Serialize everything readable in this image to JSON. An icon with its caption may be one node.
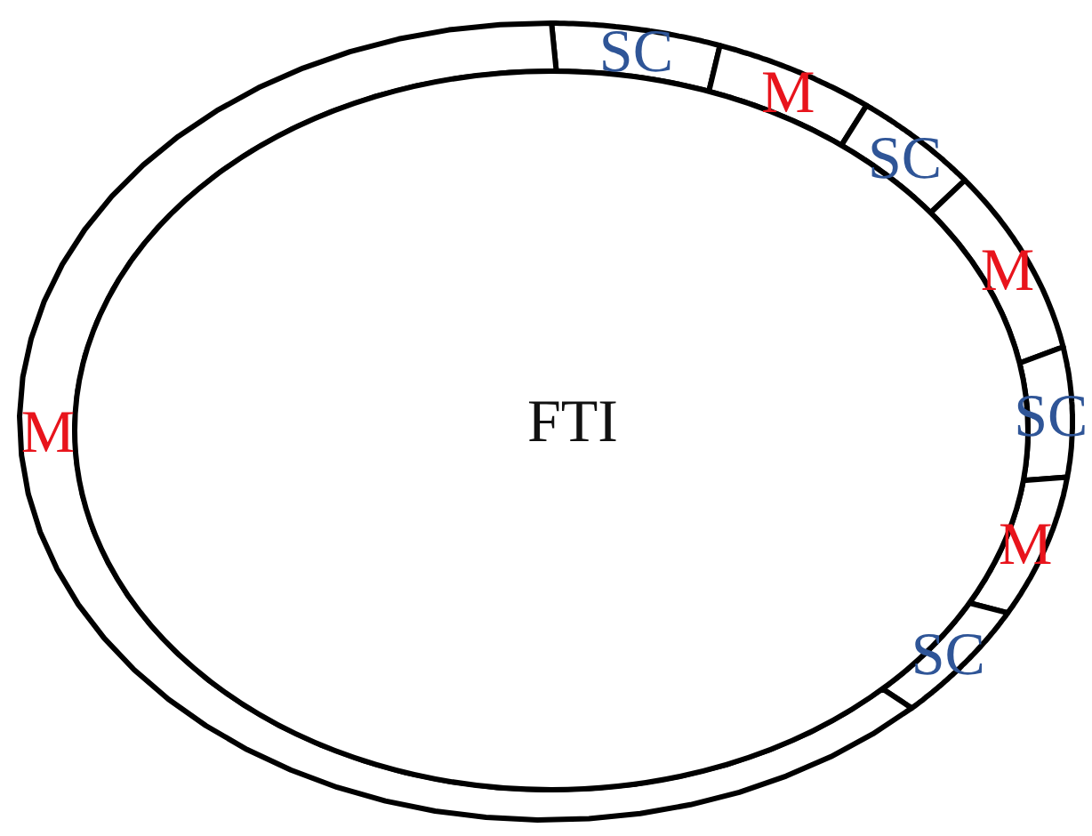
{
  "diagram": {
    "nodes": [
      {
        "text": [
          "SC"
        ]
      },
      {
        "text": [
          "M"
        ]
      },
      {
        "text": [
          "SC"
        ]
      },
      {
        "text": [
          "M"
        ]
      },
      {
        "text": [
          "SC"
        ]
      },
      {
        "text": [
          "M"
        ]
      },
      {
        "text": [
          "SC"
        ]
      },
      {
        "text": [
          "M"
        ]
      },
      {
        "text": [
          "FTI"
        ]
      }
    ]
  }
}
